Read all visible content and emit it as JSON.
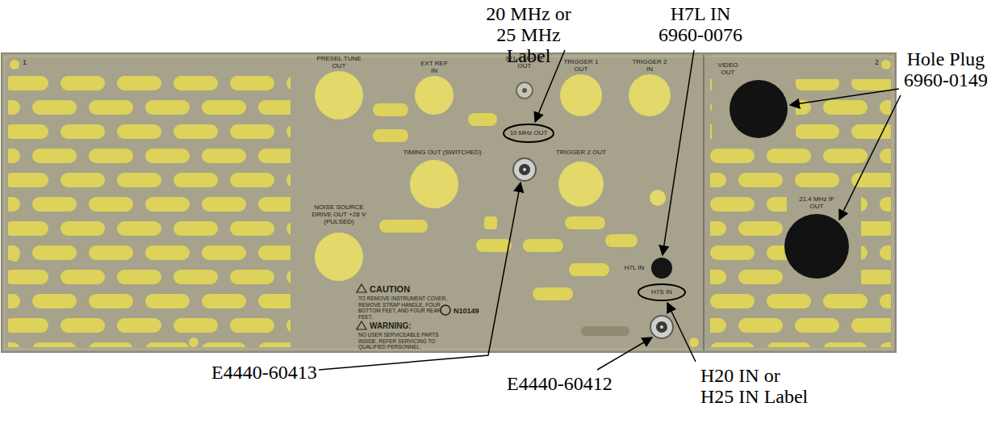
{
  "diagram": {
    "labels": [
      "20 MHz or 25 MHz Label",
      "H7L IN 6960-0076",
      "Hole Plug 6960-0149",
      "E4440-60413",
      "E4440-60412",
      "H20 IN or H25 IN Label",
      "PRESEL TUNE OUT",
      "EXT REF IN",
      "321.4 MHz IF OUT",
      "TRIGGER 1 OUT",
      "TRIGGER 2 IN",
      "TIMING OUT (SWITCHED)",
      "10 MHz OUT",
      "TRIGGER 2 OUT",
      "H7L IN",
      "H7S IN",
      "VIDEO OUT",
      "21.4 MHz IF OUT",
      "NOISE SOURCE DRIVE OUT +28 V (PULSED)",
      "CAUTION",
      "TO REMOVE INSTRUMENT COVER, REMOVE STRAP HANDLE, FOUR BOTTOM FEET, AND FOUR REAR FEET.",
      "WARNING:",
      "NO USER SERVICEABLE PARTS INSIDE. REFER SERVICING TO QUALIFIED PERSONNEL.",
      "N10149",
      "1",
      "2"
    ]
  }
}
